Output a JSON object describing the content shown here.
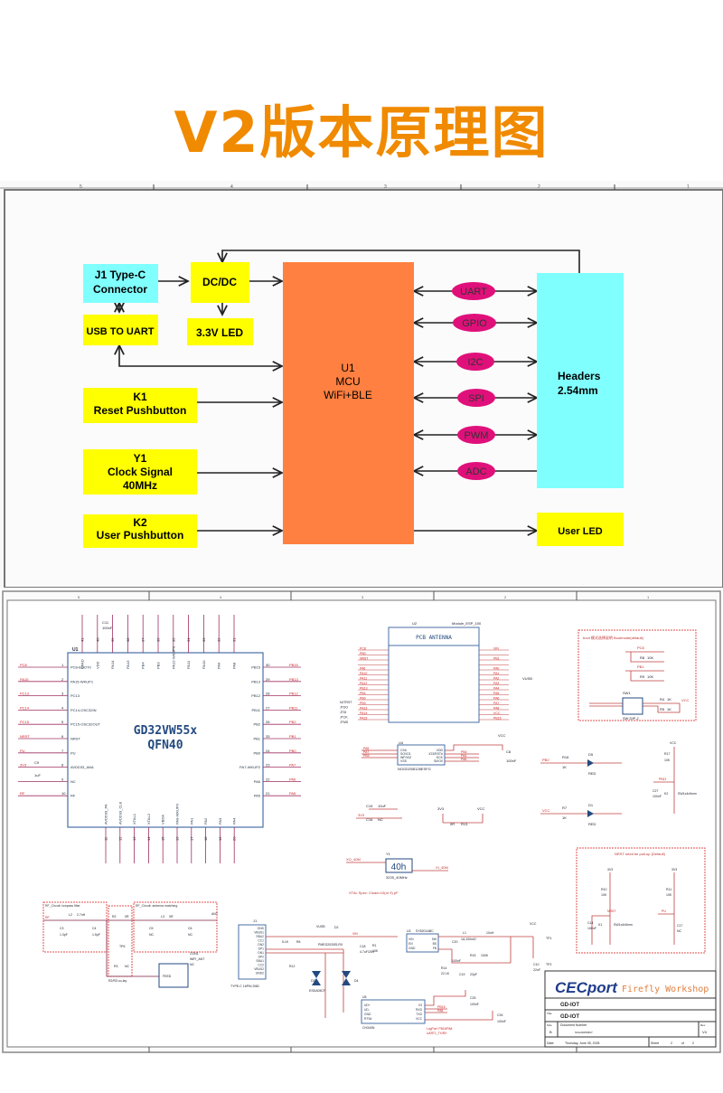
{
  "page_title": "V2版本原理图",
  "block_diagram": {
    "border_ruler_top": [
      "5",
      "4",
      "3",
      "2",
      "1"
    ],
    "blocks": {
      "j1": [
        "J1 Type-C",
        "Connector"
      ],
      "dcdc": "DC/DC",
      "usb_uart": "USB TO UART",
      "led33": "3.3V LED",
      "k1": [
        "K1",
        "Reset Pushbutton"
      ],
      "y1": [
        "Y1",
        "Clock Signal",
        "40MHz"
      ],
      "k2": [
        "K2",
        "User Pushbutton"
      ],
      "mcu": [
        "U1",
        "MCU",
        "WiFi+BLE"
      ],
      "headers": [
        "Headers",
        "2.54mm"
      ],
      "user_led": "User LED"
    },
    "buses": [
      "UART",
      "GPIO",
      "I2C",
      "SPI",
      "PWM",
      "ADC"
    ],
    "colors": {
      "yellow": "#ffff00",
      "cyan": "#80ffff",
      "orange": "#ff8040",
      "magenta": "#e0107a"
    }
  },
  "schematic": {
    "ruler": [
      "5",
      "4",
      "3",
      "2",
      "1"
    ],
    "u1": {
      "ref": "U1",
      "name": "GD32VW55x",
      "package": "QFN40",
      "left_pins": [
        {
          "num": "1",
          "name": "PC8-BOOT0",
          "net": "PC8"
        },
        {
          "num": "2",
          "name": "PA15-WKUP1",
          "net": "PA15"
        },
        {
          "num": "3",
          "name": "PC13",
          "net": "PC13"
        },
        {
          "num": "4",
          "name": "PC14-OSC32IN",
          "net": "PC14"
        },
        {
          "num": "5",
          "name": "PC15-OSC32OUT",
          "net": "PC15"
        },
        {
          "num": "6",
          "name": "NRST",
          "net": "NRST"
        },
        {
          "num": "7",
          "name": "PU",
          "net": "PU"
        },
        {
          "num": "8",
          "name": "AVDD33_ANA",
          "net": "3V3"
        },
        {
          "num": "9",
          "name": "NC",
          "net": ""
        },
        {
          "num": "10",
          "name": "RF",
          "net": "RF"
        }
      ],
      "right_pins": [
        {
          "num": "30",
          "name": "PB15",
          "net": "PB15"
        },
        {
          "num": "29",
          "name": "PB13",
          "net": "PB13"
        },
        {
          "num": "28",
          "name": "PB12",
          "net": "PB12"
        },
        {
          "num": "27",
          "name": "PB11",
          "net": "PB11"
        },
        {
          "num": "26",
          "name": "PB2",
          "net": "PB2"
        },
        {
          "num": "25",
          "name": "PB1",
          "net": "PB1"
        },
        {
          "num": "24",
          "name": "PB0",
          "net": "PB0"
        },
        {
          "num": "23",
          "name": "PA7-WKUP2",
          "net": "PA7"
        },
        {
          "num": "22",
          "name": "PA6",
          "net": "PA6"
        },
        {
          "num": "21",
          "name": "PA5",
          "net": "PA5"
        }
      ],
      "top_pins": [
        "EPAD",
        "VDD",
        "PA14",
        "PA13",
        "PB4",
        "PB3",
        "PA12-WKUP3",
        "PA11",
        "PA10",
        "PA9",
        "PA8"
      ],
      "top_nums": [
        "41",
        "40",
        "39",
        "38",
        "37",
        "36",
        "35",
        "34",
        "33",
        "32",
        "31"
      ],
      "bottom_pins": [
        "AVDD33_PA",
        "AVDD33_CLK",
        "XTAL1",
        "XTAL2",
        "VBDA",
        "PA0-WKUP0",
        "PA1",
        "PA2",
        "PA3",
        "PA4"
      ],
      "bottom_nums": [
        "11",
        "12",
        "13",
        "14",
        "15",
        "16",
        "17",
        "18",
        "19",
        "20"
      ],
      "c11": [
        "C11",
        "100nF"
      ],
      "c9": [
        "C9",
        "1uF"
      ]
    },
    "u2": {
      "ref": "U2",
      "part": "Module_ESP_100",
      "label": "PCB ANTENNA",
      "left_nets": [
        "PC8",
        "PB0",
        "NRST",
        "",
        "PA6",
        "PA10",
        "PA11",
        "PA12",
        "PB13",
        "PB4",
        "PB0",
        "PB3",
        "PA13",
        "PA14",
        "PA15"
      ],
      "right_nets": [
        "VIN",
        "",
        "PB1",
        "",
        "PA0",
        "PA1",
        "PA2",
        "PA3",
        "PA4",
        "PA5",
        "PA6",
        "PA7",
        "PA8",
        "VCC",
        "PB15"
      ],
      "jtag": [
        "NJTRST",
        "JTDO",
        "JTDI",
        "JTCK",
        "JTMS"
      ],
      "vusb": "VUSB"
    },
    "boot": {
      "title": "boot 模式选择说明 Bootmode(default)",
      "nets": [
        "PC8",
        "PB1"
      ],
      "r8": [
        "R8",
        "10K"
      ],
      "r9": [
        "R9",
        "10K"
      ],
      "sw": [
        "SW1",
        "SW DIP-2"
      ],
      "r4": [
        "R4",
        "1K"
      ],
      "r5": [
        "R5",
        "1K"
      ],
      "vcc": "VCC"
    },
    "flash": {
      "ref": "U4",
      "part": "NOGD25B128ESFG",
      "pins_left": [
        "CS#",
        "SO/IO1",
        "WP/IO2",
        "VSS"
      ],
      "pins_right": [
        "VDD",
        "IO3/RST#",
        "SCK",
        "SI/IO0"
      ],
      "nets_left": [
        "PA5",
        "PA7",
        "PB3"
      ],
      "nets_right": [
        "PB4",
        "PA4",
        "PA6"
      ],
      "c": [
        "C8",
        "100nF"
      ],
      "vcc": "VCC"
    },
    "leds": {
      "d5": [
        "PB2",
        "R16",
        "1K",
        "D5",
        "RED"
      ],
      "d1": [
        "VCC",
        "R7",
        "1K",
        "D1",
        "RED"
      ],
      "k2": [
        "VCC",
        "R17",
        "10K",
        "PB11",
        "C27",
        "100nF",
        "K2",
        "SW1x4x5mm"
      ]
    },
    "power_caps": {
      "c15": [
        "C15",
        "10uF"
      ],
      "c16": [
        "C16",
        "NC"
      ],
      "net": "3V3",
      "r": [
        "3V3",
        "0R",
        "R13",
        "VCC"
      ]
    },
    "crystal": {
      "ref": "Y1",
      "mark": "40h",
      "part": "3225_40MHz",
      "nets": [
        "XO_40M",
        "XI_40M"
      ],
      "caps": [
        "C1",
        "NC",
        "C2",
        "NC"
      ],
      "note": "XTAL Spec: Cload=10(or 9) pF"
    },
    "reset": {
      "title": "NRST need be pull-up (Default)",
      "r10": [
        "3V3",
        "R10",
        "10K",
        "NRST",
        "C14",
        "100nF",
        "K1",
        "SW1x4x5mm"
      ],
      "r11": [
        "3V3",
        "R11",
        "10K",
        "PU",
        "C17",
        "NC"
      ]
    },
    "rf": {
      "lowpass_title": "RF_Circuit: lowpass filter",
      "matching_title": "RF_Circuit: antenna matching",
      "parts": [
        "RF",
        "L2",
        "2.7nH",
        "C3",
        "1.3pF",
        "C4",
        "1.5pF",
        "R2",
        "0R",
        "L3",
        "0R",
        "C5",
        "NC",
        "C6",
        "NC",
        "ANT",
        "TP6",
        "R3",
        "NC",
        "R2/R3 co-lay",
        "CON1",
        "WIFI_ANT",
        "NC",
        "FEED"
      ]
    },
    "usb": {
      "ref": "J1",
      "part": "TYPE-C 16PIN 2MD",
      "pins": [
        "GND",
        "VBUS1",
        "SBU2",
        "CC1",
        "DN2",
        "DP1",
        "DN1",
        "DP2",
        "SBU1",
        "CC2",
        "VBUS2",
        "GND2"
      ],
      "parts": [
        "VUSB",
        "D2",
        "PMEG2020ELRX",
        "VIN",
        "C18",
        "4.7uF/25V",
        "R1",
        "10K",
        "D3",
        "D4",
        "ESDA05CP",
        "5.1K",
        "R6",
        "R12"
      ]
    },
    "dcdc": {
      "ref": "U3",
      "part": "SY8201ABC",
      "pins": [
        "VIN",
        "EN",
        "GND",
        "SW",
        "BS",
        "FB"
      ],
      "parts": [
        "L1",
        "1A,100mΩ",
        "10uH",
        "C20",
        "100nF",
        "R15",
        "100K",
        "C19",
        "22pF",
        "R14",
        "22.1K",
        "C10",
        "22uF",
        "VCC",
        "TP1",
        "TP2"
      ]
    },
    "uart": {
      "ref": "U5",
      "part": "CH340N",
      "pins_left": [
        "UD+",
        "UD-",
        "GND",
        "RTS#"
      ],
      "pins_right": [
        "V3",
        "RXD",
        "TXD",
        "VCC"
      ],
      "nets": [
        "PB15",
        "PA8"
      ],
      "note": [
        "LogPort: PB15/PA8",
        "UART1_TX/RX"
      ],
      "caps": [
        "C25",
        "100nF",
        "C26",
        "100nF"
      ]
    },
    "title_block": {
      "logo": "CECport",
      "brand": "Firefly Workshop",
      "project": "GD-IOT",
      "title_label": "Title",
      "title": "GD-IOT",
      "size_label": "Size",
      "size": "B",
      "docnum_label": "Document Number",
      "docnum": "SCH20250607",
      "rev_label": "Rev",
      "rev": "V4",
      "date_label": "Date:",
      "date": "Thursday, June 05, 2025",
      "sheet_label": "Sheet",
      "sheet": "2",
      "of_label": "of",
      "sheets": "2"
    }
  }
}
